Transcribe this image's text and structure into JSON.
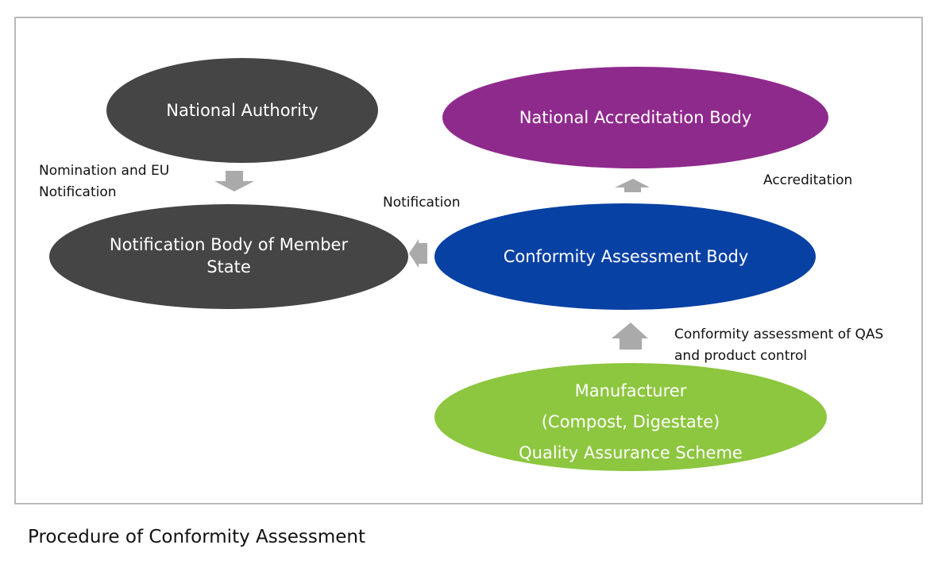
{
  "diagram": {
    "nodes": {
      "national_authority": "National Authority",
      "national_accreditation_body": "National Accreditation Body",
      "notification_body": {
        "line1": "Notification Body of Member",
        "line2": "State"
      },
      "conformity_assessment_body": "Conformity Assessment Body",
      "manufacturer": {
        "line1": "Manufacturer",
        "line2": "(Compost, Digestate)",
        "line3": "Quality Assurance Scheme"
      }
    },
    "edge_labels": {
      "nomination": {
        "line1": "Nomination and EU",
        "line2": "Notification"
      },
      "notification": "Notification",
      "accreditation": "Accreditation",
      "conformity_assessment": {
        "line1": "Conformity assessment of QAS",
        "line2": "and product control"
      }
    },
    "colors": {
      "dark_node": "#454545",
      "purple_node": "#8f2a8d",
      "blue_node": "#0841a4",
      "green_node": "#8dc63f",
      "arrow": "#aaaaaa",
      "frame": "#b9b9b9"
    }
  },
  "caption": "Procedure of Conformity Assessment"
}
